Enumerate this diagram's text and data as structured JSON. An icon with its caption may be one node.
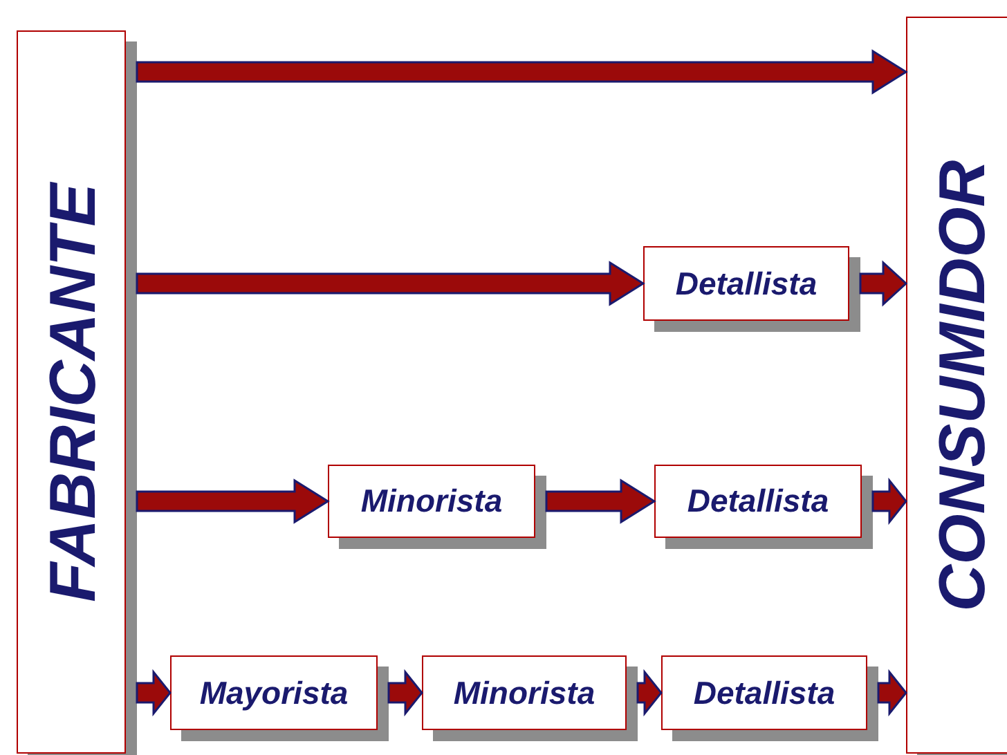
{
  "diagram": {
    "nodes": [
      {
        "text": [
          "FABRICANTE"
        ]
      },
      {
        "text": [
          "CONSUMIDOR"
        ]
      },
      {
        "text": [
          "Detallista"
        ]
      },
      {
        "text": [
          "Minorista"
        ]
      },
      {
        "text": [
          "Detallista"
        ]
      },
      {
        "text": [
          "Mayorista"
        ]
      },
      {
        "text": [
          "Minorista"
        ]
      },
      {
        "text": [
          "Detallista"
        ]
      }
    ],
    "edges": [
      {
        "from": 0,
        "to": 1,
        "arrow": "to"
      },
      {
        "from": 0,
        "to": 2,
        "arrow": "to"
      },
      {
        "from": 2,
        "to": 1,
        "arrow": "to"
      },
      {
        "from": 0,
        "to": 3,
        "arrow": "to"
      },
      {
        "from": 3,
        "to": 4,
        "arrow": "to"
      },
      {
        "from": 4,
        "to": 1,
        "arrow": "to"
      },
      {
        "from": 0,
        "to": 5,
        "arrow": "to"
      },
      {
        "from": 5,
        "to": 6,
        "arrow": "to"
      },
      {
        "from": 6,
        "to": 7,
        "arrow": "to"
      },
      {
        "from": 7,
        "to": 1,
        "arrow": "to"
      }
    ]
  }
}
